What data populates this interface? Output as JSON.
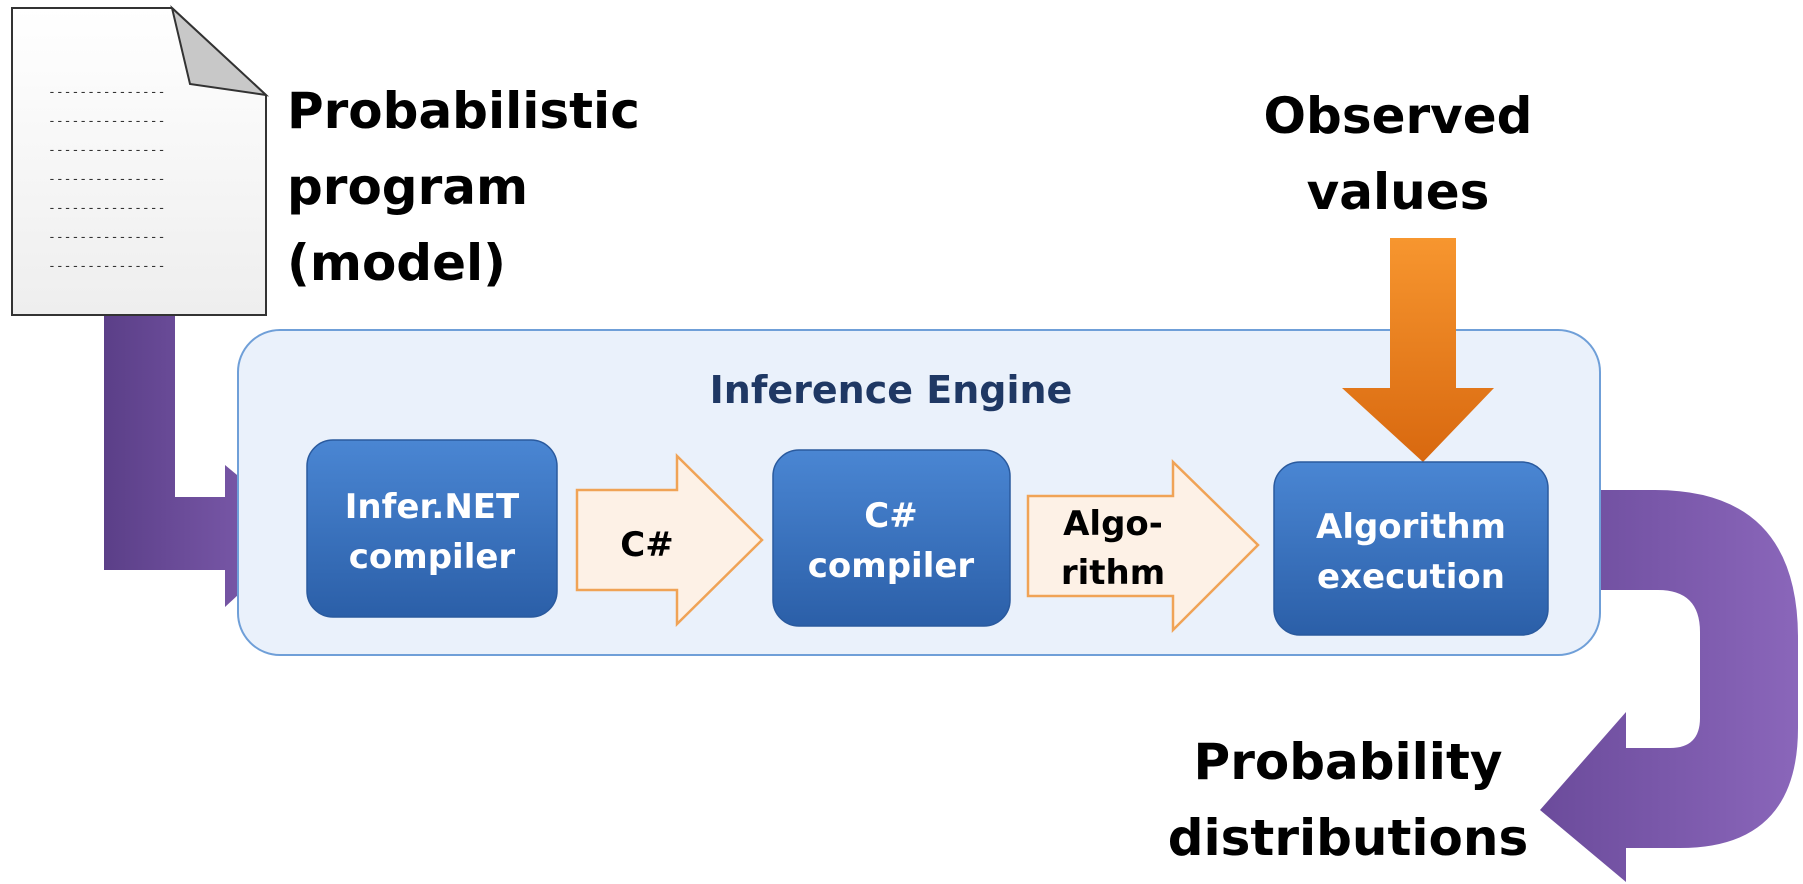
{
  "document": {
    "lines": [
      "---------------",
      "---------------",
      "---------------",
      "---------------",
      "---------------",
      "---------------",
      "---------------"
    ]
  },
  "labels": {
    "program": [
      "Probabilistic",
      "program",
      "(model)"
    ],
    "observed": [
      "Observed",
      "values"
    ],
    "output": [
      "Probability",
      "distributions"
    ]
  },
  "engine": {
    "title": "Inference Engine",
    "infer_compiler": [
      "Infer.NET",
      "compiler"
    ],
    "csharp_compiler": [
      "C#",
      "compiler"
    ],
    "algorithm_execution": [
      "Algorithm",
      "execution"
    ]
  },
  "arrows": {
    "csharp": "C#",
    "algorithm": [
      "Algo-",
      "rithm"
    ]
  },
  "colors": {
    "purple_arrow": "#7b55a8",
    "orange_arrow": "#f07f1a",
    "blue_box": "#3a74c4",
    "engine_bg": "#eaf1fb",
    "peach_arrow": "#fdf1e6"
  }
}
